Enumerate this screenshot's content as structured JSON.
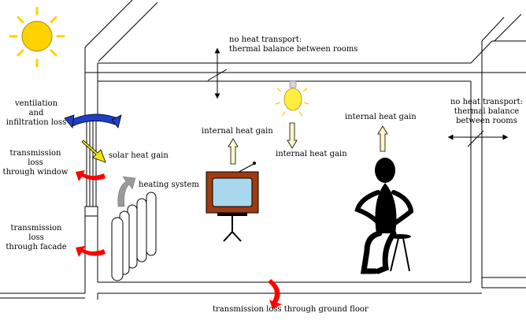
{
  "labels": {
    "no_heat_top": "no heat transport:\nthermal balance between rooms",
    "no_heat_right": "no heat transport:\nthermal balance\nbetween rooms",
    "ventilation": "ventilation\nand\ninfiltration loss",
    "transmission_window": "transmission\nloss\nthrough window",
    "solar_heat_gain": "solar heat gain",
    "heating_system": "heating system",
    "transmission_facade": "transmission\nloss\nthrough facade",
    "internal_gain_tv": "internal heat gain",
    "internal_gain_lamp": "internal heat gain",
    "internal_gain_person": "internal heat gain",
    "transmission_ground": "transmission loss through ground floor"
  },
  "icons": [
    "sun-icon",
    "light-bulb-icon",
    "television-icon",
    "person-on-stool-icon",
    "radiator-icon",
    "window-icon"
  ],
  "colors": {
    "loss_arrow": "#ff0000",
    "ventilation_arrow": "#1f3fc8",
    "solar_arrow": "#f2e600",
    "heating_arrow": "#9a9a9a",
    "gain_arrow_fill": "#fff8c8",
    "sun": "#ffd200",
    "tv_cabinet": "#a03a10",
    "tv_screen": "#a9d8ec"
  }
}
